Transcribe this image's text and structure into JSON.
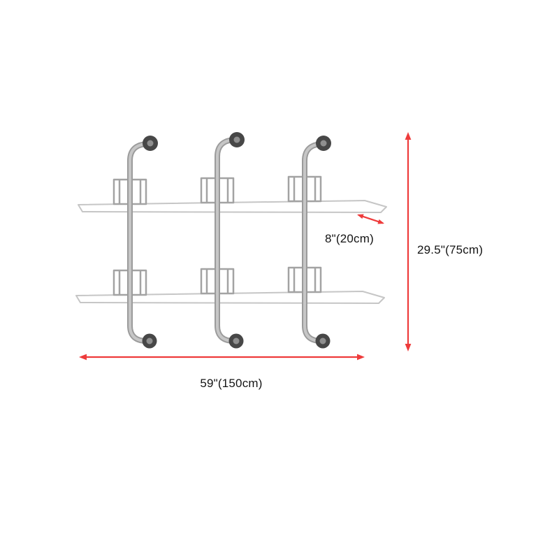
{
  "labels": {
    "width": "59\"(150cm)",
    "height": "29.5\"(75cm)",
    "depth": "8\"(20cm)"
  },
  "colors": {
    "dimension": "#ee3b3b",
    "text": "#141414",
    "pipe": "#9b9b9b",
    "pipe_highlight": "#c6c6c6",
    "flange": "#474747",
    "flange_hub": "#8f8f8f",
    "shelf_outline": "#c6c6c6",
    "bracket_outline": "#a3a3a3",
    "background": "#ffffff"
  }
}
